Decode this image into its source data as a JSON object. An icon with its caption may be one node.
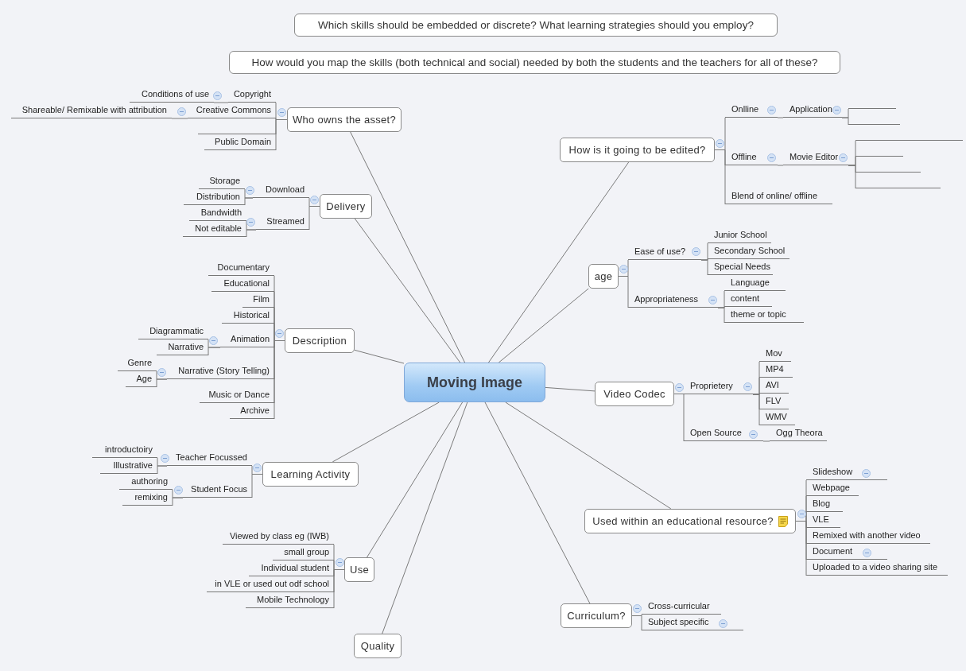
{
  "diagram": {
    "nodes": [
      {
        "text": [
          "Which skills should be embedded or discrete? What learning strategies should you employ?"
        ]
      },
      {
        "text": [
          "How would you map the skills (both technical and social) needed by both the students and the teachers for all of these?"
        ]
      },
      {
        "text": [
          "Moving Image"
        ]
      },
      {
        "text": [
          "Who owns the asset?"
        ]
      },
      {
        "text": [
          "Copyright"
        ]
      },
      {
        "text": [
          "Conditions of use"
        ]
      },
      {
        "text": [
          "Creative Commons"
        ]
      },
      {
        "text": [
          "Shareable/ Remixable with attribution"
        ]
      },
      {
        "text": [],
        "shape": "line"
      },
      {
        "text": [
          "Public Domain"
        ]
      },
      {
        "text": [
          "Delivery"
        ]
      },
      {
        "text": [
          "Download"
        ]
      },
      {
        "text": [
          "Storage"
        ]
      },
      {
        "text": [
          "Distribution"
        ]
      },
      {
        "text": [
          "Streamed"
        ]
      },
      {
        "text": [
          "Bandwidth"
        ]
      },
      {
        "text": [
          "Not editable"
        ]
      },
      {
        "text": [
          "Description"
        ]
      },
      {
        "text": [
          "Documentary"
        ]
      },
      {
        "text": [
          "Educational"
        ]
      },
      {
        "text": [
          "Film"
        ]
      },
      {
        "text": [
          "Historical"
        ]
      },
      {
        "text": [
          "Animation"
        ]
      },
      {
        "text": [
          "Diagrammatic"
        ]
      },
      {
        "text": [
          "Narrative"
        ]
      },
      {
        "text": [
          "Narrative (Story Telling)"
        ]
      },
      {
        "text": [
          "Genre"
        ]
      },
      {
        "text": [
          "Age"
        ]
      },
      {
        "text": [
          "Music or Dance"
        ]
      },
      {
        "text": [
          "Archive"
        ]
      },
      {
        "text": [
          "Learning Activity"
        ]
      },
      {
        "text": [
          "Teacher Focussed"
        ]
      },
      {
        "text": [
          "introductoiry"
        ]
      },
      {
        "text": [
          "Illustrative"
        ]
      },
      {
        "text": [
          "Student Focus"
        ]
      },
      {
        "text": [
          "authoring"
        ]
      },
      {
        "text": [
          "remixing"
        ]
      },
      {
        "text": [
          "Use"
        ]
      },
      {
        "text": [
          "Viewed by class eg (IWB)"
        ]
      },
      {
        "text": [
          "small group"
        ]
      },
      {
        "text": [
          "Individual student"
        ]
      },
      {
        "text": [
          "in VLE or used out odf school"
        ]
      },
      {
        "text": [
          "Mobile Technology"
        ]
      },
      {
        "text": [
          "Quality"
        ]
      },
      {
        "text": [
          "How is it going to be edited?"
        ]
      },
      {
        "text": [
          "Onlline"
        ]
      },
      {
        "text": [
          "Application"
        ]
      },
      {
        "text": [],
        "shape": "line"
      },
      {
        "text": [],
        "shape": "line"
      },
      {
        "text": [
          "Offline"
        ]
      },
      {
        "text": [
          "Movie Editor"
        ]
      },
      {
        "text": [],
        "shape": "line"
      },
      {
        "text": [],
        "shape": "line"
      },
      {
        "text": [],
        "shape": "line"
      },
      {
        "text": [],
        "shape": "line"
      },
      {
        "text": [
          "Blend of online/ offline"
        ]
      },
      {
        "text": [
          "age"
        ]
      },
      {
        "text": [
          "Ease of use?"
        ]
      },
      {
        "text": [
          "Junior School"
        ]
      },
      {
        "text": [
          "Secondary School"
        ]
      },
      {
        "text": [
          "Special Needs"
        ]
      },
      {
        "text": [
          "Appropriateness"
        ]
      },
      {
        "text": [
          "Language"
        ]
      },
      {
        "text": [
          "content"
        ]
      },
      {
        "text": [
          "theme or topic"
        ]
      },
      {
        "text": [
          "Video Codec"
        ]
      },
      {
        "text": [
          "Proprietery"
        ]
      },
      {
        "text": [
          "Mov"
        ]
      },
      {
        "text": [
          "MP4"
        ]
      },
      {
        "text": [
          "AVI"
        ]
      },
      {
        "text": [
          "FLV"
        ]
      },
      {
        "text": [
          "WMV"
        ]
      },
      {
        "text": [
          "Open Source"
        ]
      },
      {
        "text": [
          "Ogg Theora"
        ]
      },
      {
        "text": [
          "Used within an educational resource?"
        ]
      },
      {
        "text": [
          "Slideshow"
        ]
      },
      {
        "text": [
          "Webpage"
        ]
      },
      {
        "text": [
          "Blog"
        ]
      },
      {
        "text": [
          "VLE"
        ]
      },
      {
        "text": [
          "Remixed with another video"
        ]
      },
      {
        "text": [
          "Document"
        ]
      },
      {
        "text": [
          "Uploaded to a video sharing site"
        ]
      },
      {
        "text": [
          "Curriculum?"
        ]
      },
      {
        "text": [
          "Cross-curricular"
        ]
      },
      {
        "text": [
          "Subject specific"
        ]
      }
    ],
    "edges": [
      {
        "from": 2,
        "to": 3,
        "arrow": "none"
      },
      {
        "from": 2,
        "to": 10,
        "arrow": "none"
      },
      {
        "from": 2,
        "to": 17,
        "arrow": "none"
      },
      {
        "from": 2,
        "to": 30,
        "arrow": "none"
      },
      {
        "from": 2,
        "to": 37,
        "arrow": "none"
      },
      {
        "from": 2,
        "to": 43,
        "arrow": "none"
      },
      {
        "from": 2,
        "to": 44,
        "arrow": "none"
      },
      {
        "from": 2,
        "to": 56,
        "arrow": "none"
      },
      {
        "from": 2,
        "to": 65,
        "arrow": "none"
      },
      {
        "from": 2,
        "to": 74,
        "arrow": "none"
      },
      {
        "from": 2,
        "to": 82,
        "arrow": "none"
      },
      {
        "from": 3,
        "to": 4,
        "arrow": "none"
      },
      {
        "from": 4,
        "to": 5,
        "arrow": "none"
      },
      {
        "from": 3,
        "to": 6,
        "arrow": "none"
      },
      {
        "from": 6,
        "to": 7,
        "arrow": "none"
      },
      {
        "from": 3,
        "to": 8,
        "arrow": "none"
      },
      {
        "from": 3,
        "to": 9,
        "arrow": "none"
      },
      {
        "from": 10,
        "to": 11,
        "arrow": "none"
      },
      {
        "from": 11,
        "to": 12,
        "arrow": "none"
      },
      {
        "from": 11,
        "to": 13,
        "arrow": "none"
      },
      {
        "from": 10,
        "to": 14,
        "arrow": "none"
      },
      {
        "from": 14,
        "to": 15,
        "arrow": "none"
      },
      {
        "from": 14,
        "to": 16,
        "arrow": "none"
      },
      {
        "from": 17,
        "to": 18,
        "arrow": "none"
      },
      {
        "from": 17,
        "to": 19,
        "arrow": "none"
      },
      {
        "from": 17,
        "to": 20,
        "arrow": "none"
      },
      {
        "from": 17,
        "to": 21,
        "arrow": "none"
      },
      {
        "from": 17,
        "to": 22,
        "arrow": "none"
      },
      {
        "from": 22,
        "to": 23,
        "arrow": "none"
      },
      {
        "from": 22,
        "to": 24,
        "arrow": "none"
      },
      {
        "from": 17,
        "to": 25,
        "arrow": "none"
      },
      {
        "from": 25,
        "to": 26,
        "arrow": "none"
      },
      {
        "from": 25,
        "to": 27,
        "arrow": "none"
      },
      {
        "from": 17,
        "to": 28,
        "arrow": "none"
      },
      {
        "from": 17,
        "to": 29,
        "arrow": "none"
      },
      {
        "from": 30,
        "to": 31,
        "arrow": "none"
      },
      {
        "from": 31,
        "to": 32,
        "arrow": "none"
      },
      {
        "from": 31,
        "to": 33,
        "arrow": "none"
      },
      {
        "from": 30,
        "to": 34,
        "arrow": "none"
      },
      {
        "from": 34,
        "to": 35,
        "arrow": "none"
      },
      {
        "from": 34,
        "to": 36,
        "arrow": "none"
      },
      {
        "from": 37,
        "to": 38,
        "arrow": "none"
      },
      {
        "from": 37,
        "to": 39,
        "arrow": "none"
      },
      {
        "from": 37,
        "to": 40,
        "arrow": "none"
      },
      {
        "from": 37,
        "to": 41,
        "arrow": "none"
      },
      {
        "from": 37,
        "to": 42,
        "arrow": "none"
      },
      {
        "from": 44,
        "to": 45,
        "arrow": "none"
      },
      {
        "from": 45,
        "to": 46,
        "arrow": "none"
      },
      {
        "from": 46,
        "to": 47,
        "arrow": "none"
      },
      {
        "from": 46,
        "to": 48,
        "arrow": "none"
      },
      {
        "from": 44,
        "to": 49,
        "arrow": "none"
      },
      {
        "from": 49,
        "to": 50,
        "arrow": "none"
      },
      {
        "from": 50,
        "to": 51,
        "arrow": "none"
      },
      {
        "from": 50,
        "to": 52,
        "arrow": "none"
      },
      {
        "from": 50,
        "to": 53,
        "arrow": "none"
      },
      {
        "from": 50,
        "to": 54,
        "arrow": "none"
      },
      {
        "from": 44,
        "to": 55,
        "arrow": "none"
      },
      {
        "from": 56,
        "to": 57,
        "arrow": "none"
      },
      {
        "from": 57,
        "to": 58,
        "arrow": "none"
      },
      {
        "from": 57,
        "to": 59,
        "arrow": "none"
      },
      {
        "from": 57,
        "to": 60,
        "arrow": "none"
      },
      {
        "from": 56,
        "to": 61,
        "arrow": "none"
      },
      {
        "from": 61,
        "to": 62,
        "arrow": "none"
      },
      {
        "from": 61,
        "to": 63,
        "arrow": "none"
      },
      {
        "from": 61,
        "to": 64,
        "arrow": "none"
      },
      {
        "from": 65,
        "to": 66,
        "arrow": "none"
      },
      {
        "from": 66,
        "to": 67,
        "arrow": "none"
      },
      {
        "from": 66,
        "to": 68,
        "arrow": "none"
      },
      {
        "from": 66,
        "to": 69,
        "arrow": "none"
      },
      {
        "from": 66,
        "to": 70,
        "arrow": "none"
      },
      {
        "from": 66,
        "to": 71,
        "arrow": "none"
      },
      {
        "from": 65,
        "to": 72,
        "arrow": "none"
      },
      {
        "from": 72,
        "to": 73,
        "arrow": "none"
      },
      {
        "from": 74,
        "to": 75,
        "arrow": "none"
      },
      {
        "from": 74,
        "to": 76,
        "arrow": "none"
      },
      {
        "from": 74,
        "to": 77,
        "arrow": "none"
      },
      {
        "from": 74,
        "to": 78,
        "arrow": "none"
      },
      {
        "from": 74,
        "to": 79,
        "arrow": "none"
      },
      {
        "from": 74,
        "to": 80,
        "arrow": "none"
      },
      {
        "from": 74,
        "to": 81,
        "arrow": "none"
      },
      {
        "from": 82,
        "to": 83,
        "arrow": "none"
      },
      {
        "from": 82,
        "to": 84,
        "arrow": "none"
      }
    ]
  }
}
